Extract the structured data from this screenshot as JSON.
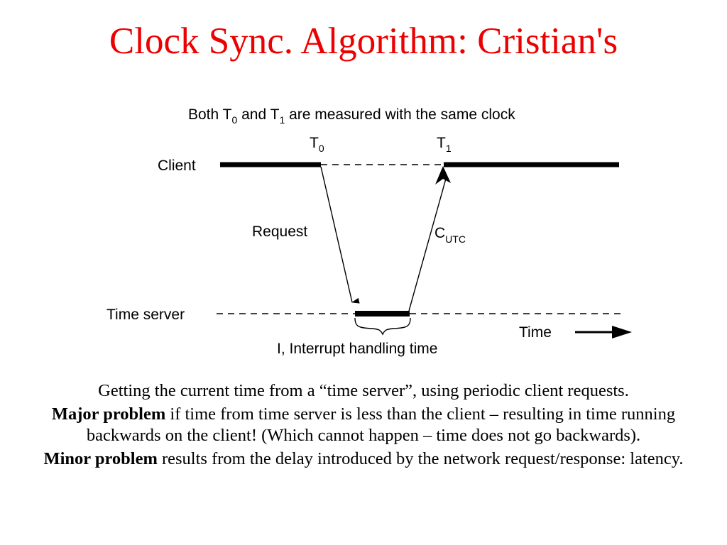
{
  "slide": {
    "title": "Clock Sync. Algorithm: Cristian's",
    "title_color": "#ec0000",
    "background_color": "#ffffff"
  },
  "diagram": {
    "caption": "Both T0 and T1 are measured with the same clock",
    "caption_parts": {
      "lead": "Both T",
      "sub0": "0",
      "mid": " and T",
      "sub1": "1",
      "tail": " are measured with the same clock"
    },
    "client_label": "Client",
    "server_label": "Time server",
    "t0_label": "T",
    "t0_sub": "0",
    "t1_label": "T",
    "t1_sub": "1",
    "request_label": "Request",
    "response_label": "C",
    "response_sub": "UTC",
    "interrupt_label": "I, Interrupt handling time",
    "time_axis_label": "Time",
    "line_color": "#000000"
  },
  "body": {
    "paragraph1": "Getting the current time from a “time server”, using periodic client requests.",
    "paragraph2_bold": "Major problem",
    "paragraph2_rest": " if time from time server is less than the client – resulting in time running backwards on the client!  (Which cannot happen – time does not go backwards).",
    "paragraph3_bold": "Minor problem",
    "paragraph3_rest": " results from the delay introduced by the network request/response: latency."
  }
}
